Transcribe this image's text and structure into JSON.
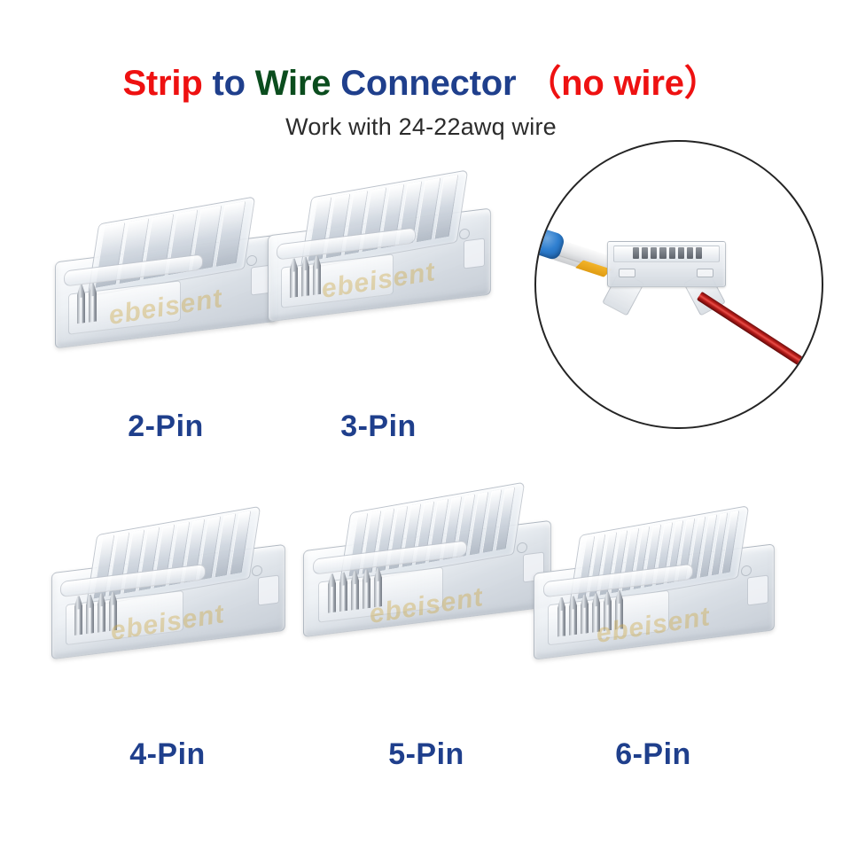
{
  "header": {
    "title_segments": [
      {
        "text": "Strip ",
        "color": "#EE1111"
      },
      {
        "text": "to ",
        "color": "#1F3F8C"
      },
      {
        "text": "Wire ",
        "color": "#0B4D1E"
      },
      {
        "text": "Connector ",
        "color": "#1F3F8C"
      },
      {
        "text": "（no wire）",
        "color": "#EE1111"
      }
    ],
    "subtitle": "Work with 24-22awq wire"
  },
  "inset": {
    "name": "usage-detail-circle",
    "strip_cap_color": "#2F7FD0",
    "strip_adhesive_color": "#E09C13",
    "wire_color": "#C0201C",
    "circle_stroke_color": "#242424"
  },
  "watermark": "ebeisent",
  "products": [
    {
      "id": "2-pin",
      "label": "2-Pin",
      "pins": 2
    },
    {
      "id": "3-pin",
      "label": "3-Pin",
      "pins": 3
    },
    {
      "id": "4-pin",
      "label": "4-Pin",
      "pins": 4
    },
    {
      "id": "5-pin",
      "label": "5-Pin",
      "pins": 5
    },
    {
      "id": "6-pin",
      "label": "6-Pin",
      "pins": 6
    }
  ],
  "colors": {
    "label_blue": "#1F3F8C",
    "title_red": "#EE1111",
    "title_green": "#0B4D1E",
    "background": "#FFFFFF"
  }
}
